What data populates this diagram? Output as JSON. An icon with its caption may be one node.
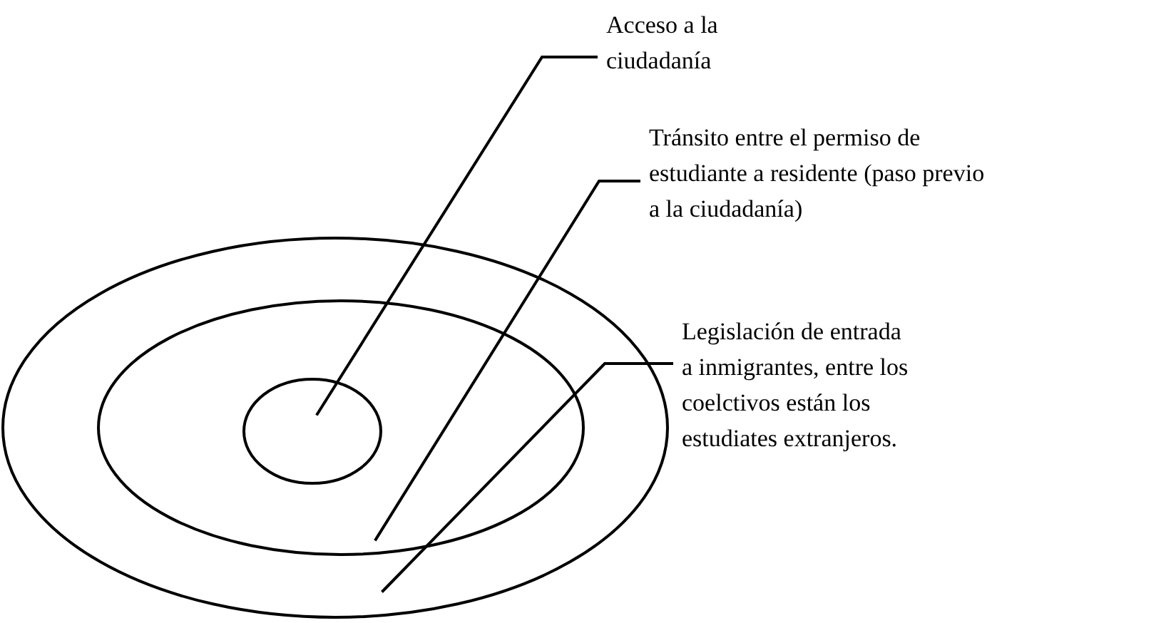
{
  "diagram": {
    "nodes": [
      {
        "text": [],
        "shape": "ellipse"
      },
      {
        "text": [],
        "shape": "ellipse",
        "in": 0
      },
      {
        "text": [],
        "shape": "ellipse",
        "in": 1
      },
      {
        "text": [
          "Acceso a la ciudadanía"
        ]
      },
      {
        "text": [
          "Tránsito entre el permiso de estudiante a residente (paso previo a la ciudadanía)"
        ]
      },
      {
        "text": [
          "Legislación de entrada a inmigrantes, entre los coelctivos están los estudiates extranjeros."
        ]
      }
    ],
    "edges": [
      {
        "from": 3,
        "to": 2,
        "arrow": "none"
      },
      {
        "from": 4,
        "to": 1,
        "arrow": "none"
      },
      {
        "from": 5,
        "to": 0,
        "arrow": "none"
      }
    ]
  }
}
